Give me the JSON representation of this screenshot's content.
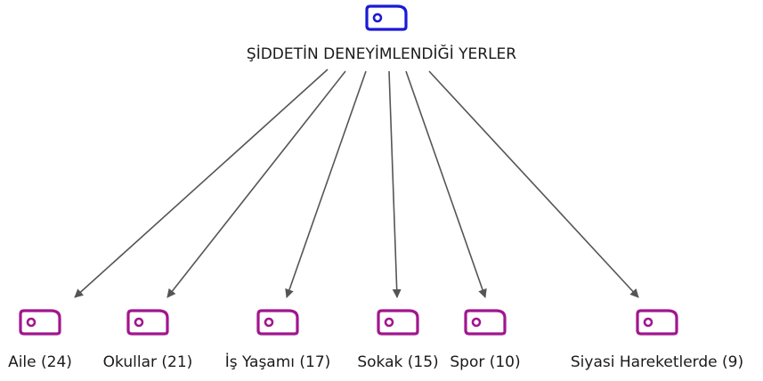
{
  "root": {
    "label": "ŞİDDETİN DENEYİMLENDİĞİ YERLER",
    "icon": "tag-icon",
    "color": "#1a1ad6"
  },
  "children": [
    {
      "label": "Aile (24)",
      "icon": "tag-icon"
    },
    {
      "label": "Okullar (21)",
      "icon": "tag-icon"
    },
    {
      "label": "İş Yaşamı (17)",
      "icon": "tag-icon"
    },
    {
      "label": "Sokak (15)",
      "icon": "tag-icon"
    },
    {
      "label": "Spor (10)",
      "icon": "tag-icon"
    },
    {
      "label": "Siyasi Hareketlerde (9)",
      "icon": "tag-icon"
    }
  ],
  "colors": {
    "root_icon": "#1a1ad6",
    "child_icon": "#a1168f",
    "arrow": "#555555",
    "text": "#1a1a1a"
  }
}
